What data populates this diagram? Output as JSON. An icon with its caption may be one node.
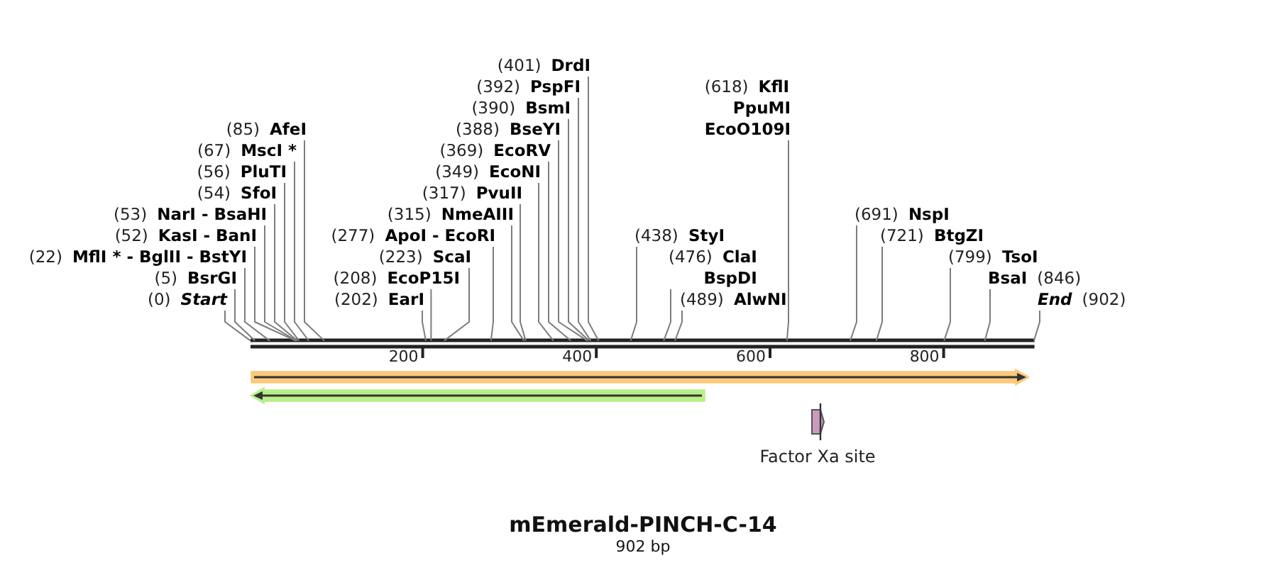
{
  "diagram": {
    "title": "mEmerald-PINCH-C-14",
    "caption": "902 bp",
    "nodes": [
      {
        "text": [
          "Start"
        ],
        "beside": [
          "(0)"
        ]
      },
      {
        "text": [
          "BsrGI"
        ],
        "beside": [
          "(5)"
        ]
      },
      {
        "text": [
          "MflI * - BglII - BstYI"
        ],
        "beside": [
          "(22)"
        ]
      },
      {
        "text": [
          "KasI - BanI"
        ],
        "beside": [
          "(52)"
        ]
      },
      {
        "text": [
          "NarI - BsaHI"
        ],
        "beside": [
          "(53)"
        ]
      },
      {
        "text": [
          "SfoI"
        ],
        "beside": [
          "(54)"
        ]
      },
      {
        "text": [
          "PluTI"
        ],
        "beside": [
          "(56)"
        ]
      },
      {
        "text": [
          "MscI *"
        ],
        "beside": [
          "(67)"
        ]
      },
      {
        "text": [
          "AfeI"
        ],
        "beside": [
          "(85)"
        ]
      },
      {
        "text": [
          "EarI"
        ],
        "beside": [
          "(202)"
        ]
      },
      {
        "text": [
          "EcoP15I"
        ],
        "beside": [
          "(208)"
        ]
      },
      {
        "text": [
          "ScaI"
        ],
        "beside": [
          "(223)"
        ]
      },
      {
        "text": [
          "ApoI - EcoRI"
        ],
        "beside": [
          "(277)"
        ]
      },
      {
        "text": [
          "NmeAIII"
        ],
        "beside": [
          "(315)"
        ]
      },
      {
        "text": [
          "PvuII"
        ],
        "beside": [
          "(317)"
        ]
      },
      {
        "text": [
          "EcoNI"
        ],
        "beside": [
          "(349)"
        ]
      },
      {
        "text": [
          "EcoRV"
        ],
        "beside": [
          "(369)"
        ]
      },
      {
        "text": [
          "BseYI"
        ],
        "beside": [
          "(388)"
        ]
      },
      {
        "text": [
          "BsmI"
        ],
        "beside": [
          "(390)"
        ]
      },
      {
        "text": [
          "PspFI"
        ],
        "beside": [
          "(392)"
        ]
      },
      {
        "text": [
          "DrdI"
        ],
        "beside": [
          "(401)"
        ]
      },
      {
        "text": [
          "StyI"
        ],
        "beside": [
          "(438)"
        ]
      },
      {
        "text": [
          "ClaI",
          "BspDI"
        ],
        "beside": [
          "(476)"
        ]
      },
      {
        "text": [
          "AlwNI"
        ],
        "beside": [
          "(489)"
        ]
      },
      {
        "text": [
          "KflI",
          "PpuMI",
          "EcoO109I"
        ],
        "beside": [
          "(618)"
        ]
      },
      {
        "text": [
          "NspI"
        ],
        "beside": [
          "(691)"
        ]
      },
      {
        "text": [
          "BtgZI"
        ],
        "beside": [
          "(721)"
        ]
      },
      {
        "text": [
          "TsoI"
        ],
        "beside": [
          "(799)"
        ]
      },
      {
        "text": [
          "BsaI"
        ],
        "beside": [
          "(846)"
        ]
      },
      {
        "text": [
          "End"
        ],
        "beside": [
          "(902)"
        ]
      },
      {
        "text": [],
        "shape": "bar"
      },
      {
        "text": [],
        "shape": "arrow"
      },
      {
        "text": [],
        "shape": "arrow"
      },
      {
        "text": [
          "Factor Xa site"
        ]
      }
    ],
    "edges": [
      {
        "from": 0,
        "to": 30,
        "arrow": "none"
      },
      {
        "from": 1,
        "to": 30,
        "arrow": "none"
      },
      {
        "from": 2,
        "to": 30,
        "arrow": "none"
      },
      {
        "from": 3,
        "to": 30,
        "arrow": "none"
      },
      {
        "from": 4,
        "to": 30,
        "arrow": "none"
      },
      {
        "from": 5,
        "to": 30,
        "arrow": "none"
      },
      {
        "from": 6,
        "to": 30,
        "arrow": "none"
      },
      {
        "from": 7,
        "to": 30,
        "arrow": "none"
      },
      {
        "from": 8,
        "to": 30,
        "arrow": "none"
      },
      {
        "from": 9,
        "to": 30,
        "arrow": "none"
      },
      {
        "from": 10,
        "to": 30,
        "arrow": "none"
      },
      {
        "from": 11,
        "to": 30,
        "arrow": "none"
      },
      {
        "from": 12,
        "to": 30,
        "arrow": "none"
      },
      {
        "from": 13,
        "to": 30,
        "arrow": "none"
      },
      {
        "from": 14,
        "to": 30,
        "arrow": "none"
      },
      {
        "from": 15,
        "to": 30,
        "arrow": "none"
      },
      {
        "from": 16,
        "to": 30,
        "arrow": "none"
      },
      {
        "from": 17,
        "to": 30,
        "arrow": "none"
      },
      {
        "from": 18,
        "to": 30,
        "arrow": "none"
      },
      {
        "from": 19,
        "to": 30,
        "arrow": "none"
      },
      {
        "from": 20,
        "to": 30,
        "arrow": "none"
      },
      {
        "from": 21,
        "to": 30,
        "arrow": "none"
      },
      {
        "from": 22,
        "to": 30,
        "arrow": "none"
      },
      {
        "from": 23,
        "to": 30,
        "arrow": "none"
      },
      {
        "from": 24,
        "to": 30,
        "arrow": "none"
      },
      {
        "from": 25,
        "to": 30,
        "arrow": "none"
      },
      {
        "from": 26,
        "to": 30,
        "arrow": "none"
      },
      {
        "from": 27,
        "to": 30,
        "arrow": "none"
      },
      {
        "from": 28,
        "to": 30,
        "arrow": "none"
      },
      {
        "from": 29,
        "to": 30,
        "arrow": "none"
      }
    ],
    "labels": [
      "200",
      "400",
      "600",
      "800"
    ]
  }
}
